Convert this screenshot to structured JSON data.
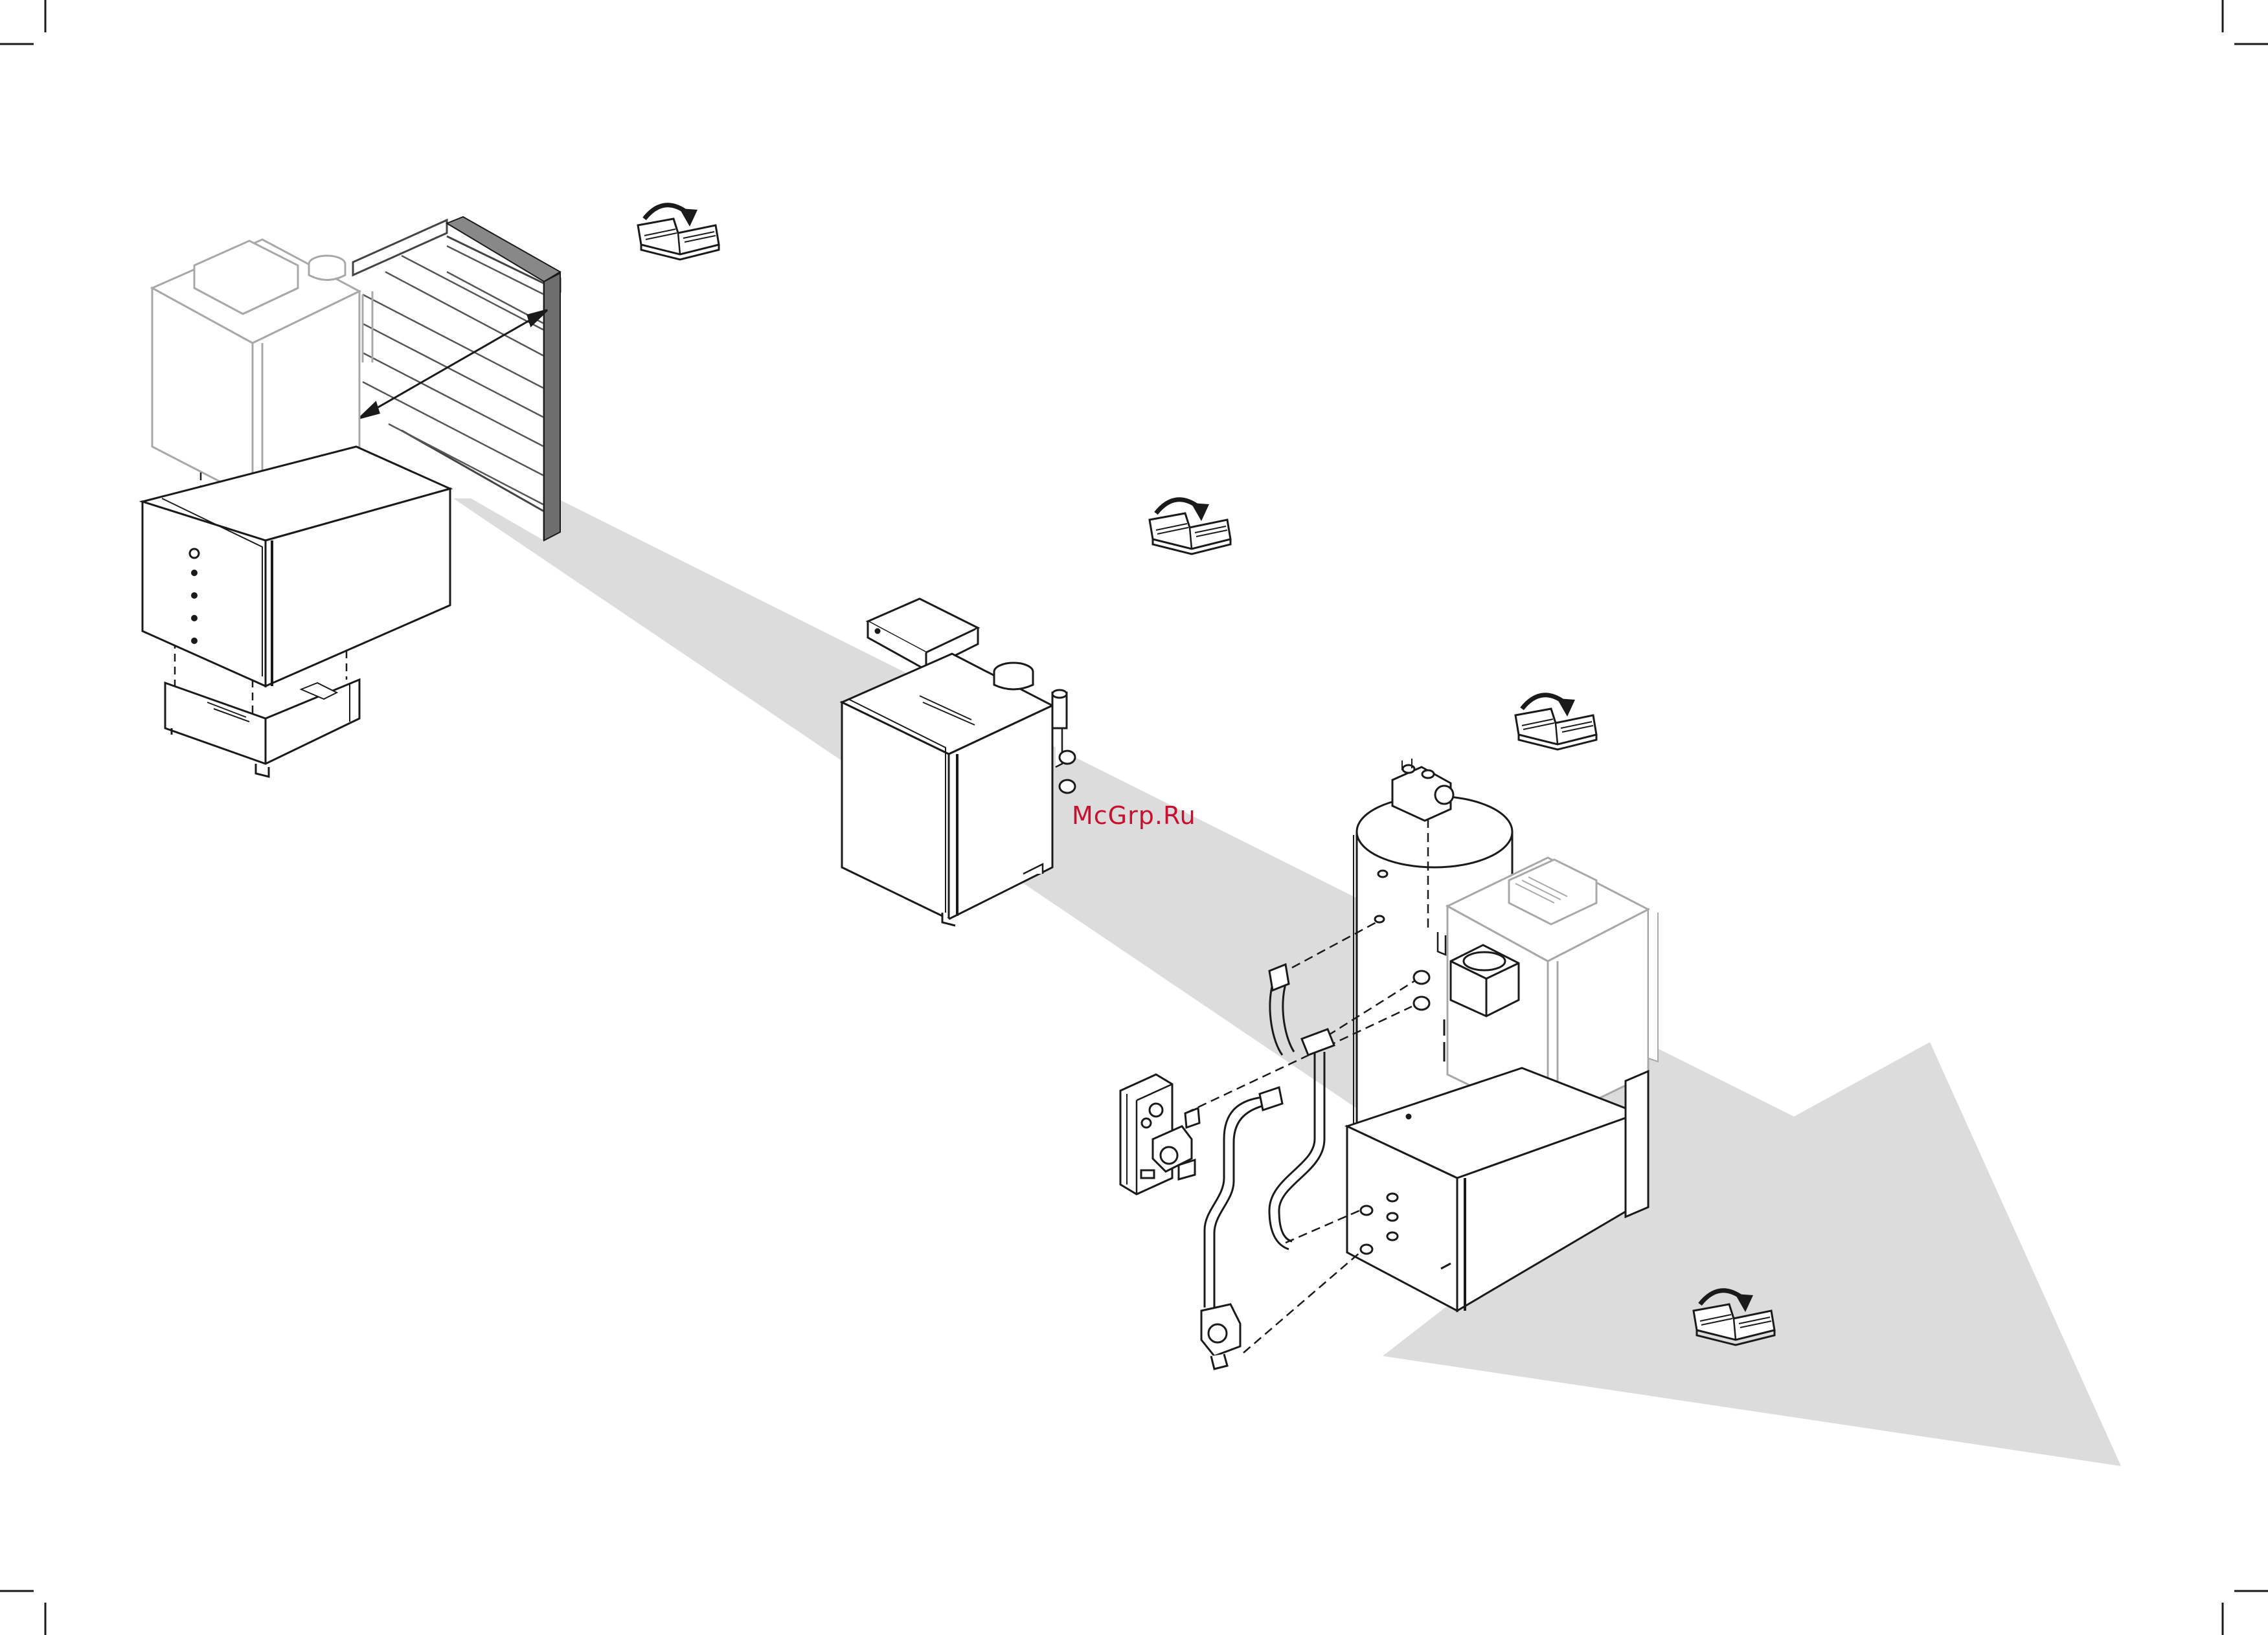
{
  "watermark": {
    "text": "McGrp.Ru",
    "color": "#c8102e"
  },
  "colors": {
    "line": "#1a1a1a",
    "faded": "#a8a8a8",
    "arrow": "#dcdcdd",
    "brick_dark": "#6e6e6e"
  },
  "icons": [
    "book-reference-icon",
    "crop-mark-icon"
  ],
  "steps": [
    {
      "id": "step-1",
      "icon": "book-reference-icon"
    },
    {
      "id": "step-2",
      "icon": "book-reference-icon"
    },
    {
      "id": "step-3",
      "icon": "book-reference-icon"
    },
    {
      "id": "step-4",
      "icon": "book-reference-icon"
    }
  ]
}
